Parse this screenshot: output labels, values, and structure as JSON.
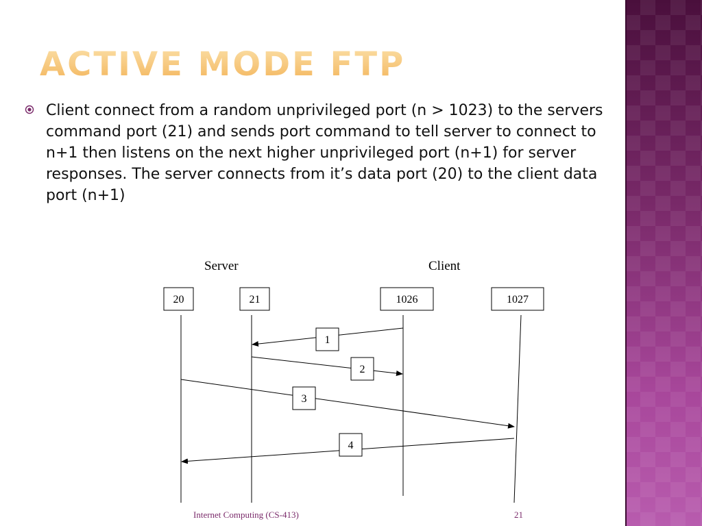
{
  "slide": {
    "title": "Active Mode FTP",
    "bullet": "Client connect from a random unprivileged port (n > 1023) to the servers command port (21) and sends port command to tell server to connect to n+1 then listens on the next higher unprivileged port (n+1) for server responses. The server connects from it’s data port (20) to the client data port (n+1)"
  },
  "diagram": {
    "server_label": "Server",
    "client_label": "Client",
    "ports": [
      "20",
      "21",
      "1026",
      "1027"
    ],
    "steps": [
      "1",
      "2",
      "3",
      "4"
    ]
  },
  "footer": {
    "course": "Internet Computing (CS-413)",
    "page_number": "21"
  },
  "colors": {
    "title": "#f3b45a",
    "sidebar": "#7a2a6a",
    "footer_text": "#7a2a6a"
  }
}
